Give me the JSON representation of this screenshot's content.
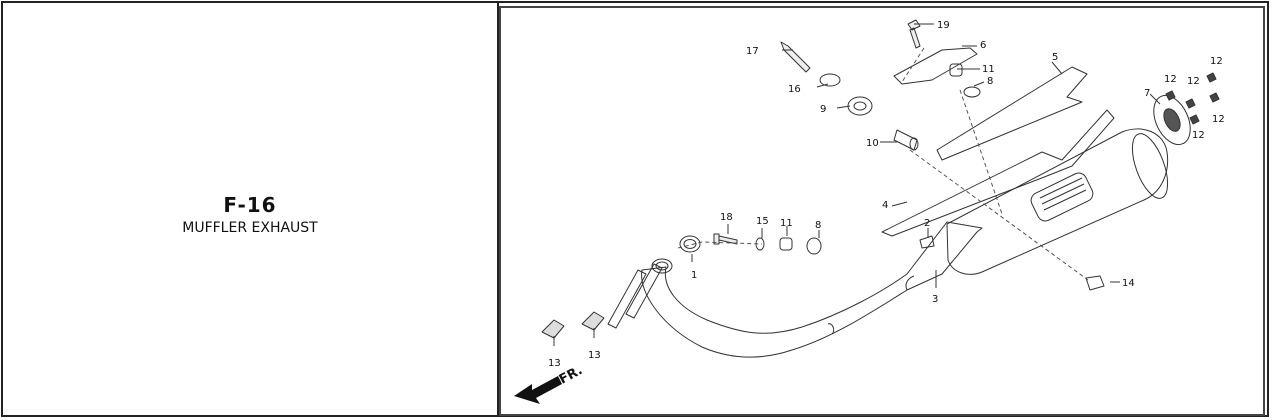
{
  "section": {
    "code": "F-16",
    "title": "MUFFLER EXHAUST"
  },
  "direction_label": "FR.",
  "callouts": {
    "c1": "1",
    "c2": "2",
    "c3": "3",
    "c4": "4",
    "c5": "5",
    "c6": "6",
    "c7": "7",
    "c8a": "8",
    "c8b": "8",
    "c9": "9",
    "c10": "10",
    "c11a": "11",
    "c11b": "11",
    "c12a": "12",
    "c12b": "12",
    "c12c": "12",
    "c12d": "12",
    "c12e": "12",
    "c13a": "13",
    "c13b": "13",
    "c14": "14",
    "c15": "15",
    "c16": "16",
    "c17": "17",
    "c18": "18",
    "c19": "19"
  }
}
